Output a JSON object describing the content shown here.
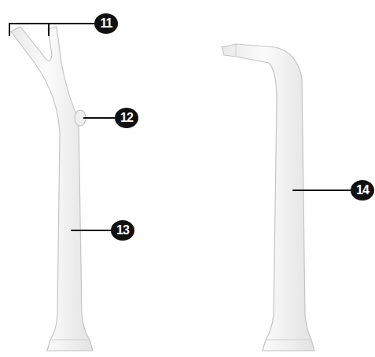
{
  "diagram": {
    "labels": [
      "11",
      "12",
      "13",
      "14"
    ]
  }
}
